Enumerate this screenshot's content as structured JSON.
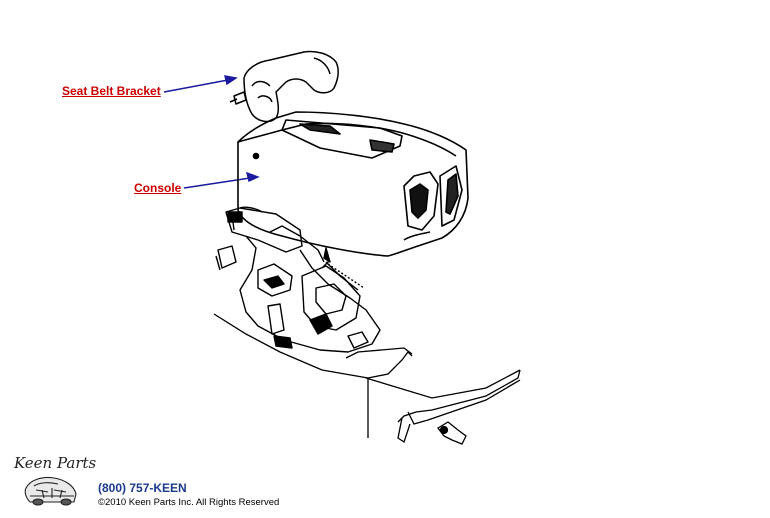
{
  "callouts": {
    "seat_belt_bracket": "Seat Belt Bracket",
    "console": "Console"
  },
  "footer": {
    "phone": "(800) 757-KEEN",
    "copyright": "©2010 Keen Parts Inc. All Rights Reserved"
  },
  "brand": {
    "logo_text": "Keen Parts"
  },
  "colors": {
    "callout_red": "#cc0000",
    "arrow_blue": "#1a1aa0",
    "phone_blue": "#1a3a8c",
    "line_art": "#000000"
  }
}
